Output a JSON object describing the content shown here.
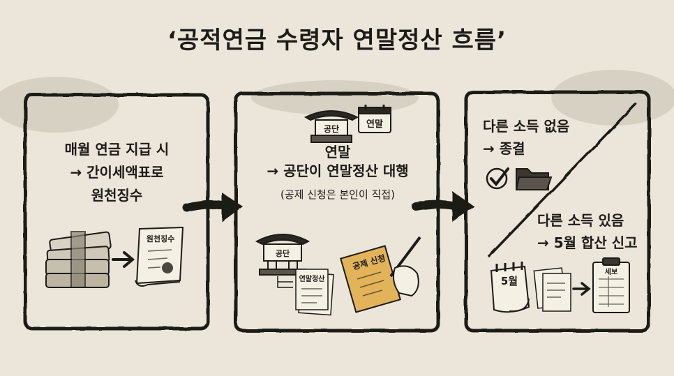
{
  "title": "‘공적연금 수령자 연말정산 흐름’",
  "panels": [
    {
      "lines": [
        "매월 연금 지급 시",
        "→ 간이세액표로",
        "원천징수"
      ],
      "doc_label": "원천징수"
    },
    {
      "sign_label": "공단",
      "calendar_label": "연말",
      "lines": [
        "연말",
        "→ 공단이 연말정산 대행"
      ],
      "note": "(공제 신청은 본인이 직접)",
      "building_label": "공단",
      "doc_label": "연말정산",
      "form_label": "공제 신청"
    },
    {
      "branch_a": [
        "다른 소득 없음",
        "→ 종결"
      ],
      "branch_b": [
        "다른 소득 있음",
        "→ 5월 합산 신고"
      ],
      "calendar_label": "5월",
      "clipboard_label": "세보"
    }
  ],
  "colors": {
    "background": "#ece6da",
    "ink": "#1d1b18",
    "paper": "#f5f0e4",
    "accent": "#e3b35a"
  }
}
